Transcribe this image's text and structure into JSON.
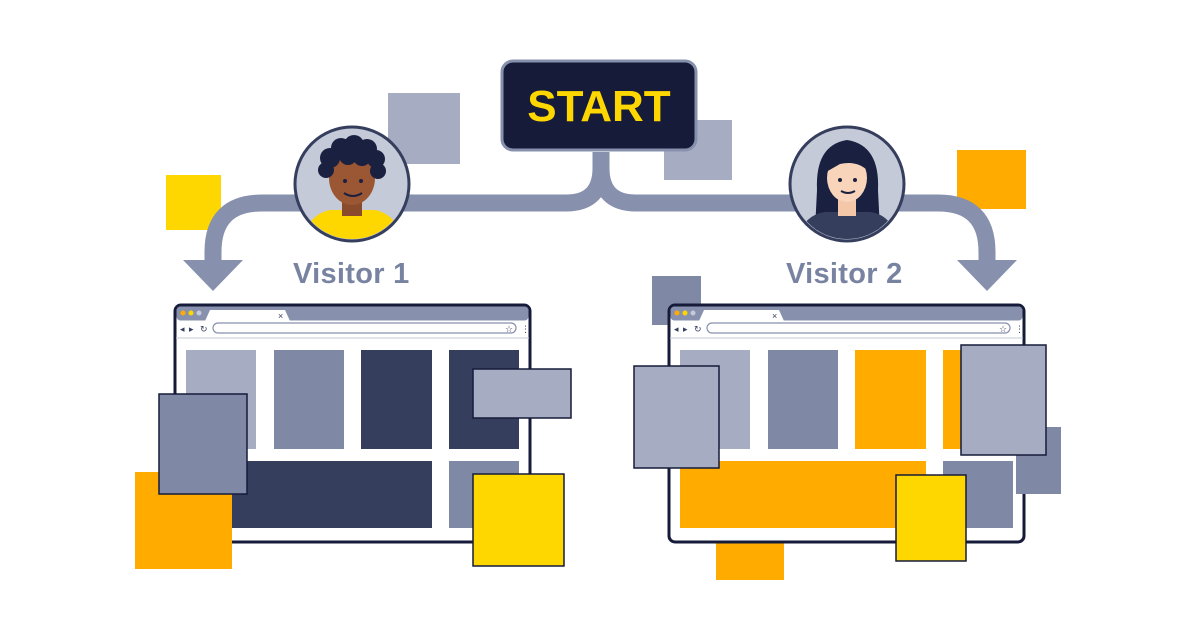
{
  "start": {
    "label": "START"
  },
  "visitors": [
    {
      "label": "Visitor 1"
    },
    {
      "label": "Visitor 2"
    }
  ],
  "browser": {
    "tab_close": "×"
  },
  "colors": {
    "navy": "#363e5e",
    "slate": "#7f89a6",
    "light_slate": "#a6adc2",
    "arrow": "#8790ad",
    "yellow": "#ffd700",
    "orange": "#ffab00",
    "start_text": "#ffd700"
  },
  "icons": [
    "back-arrow-icon",
    "forward-arrow-icon",
    "reload-icon",
    "star-icon",
    "menu-dots-icon"
  ]
}
